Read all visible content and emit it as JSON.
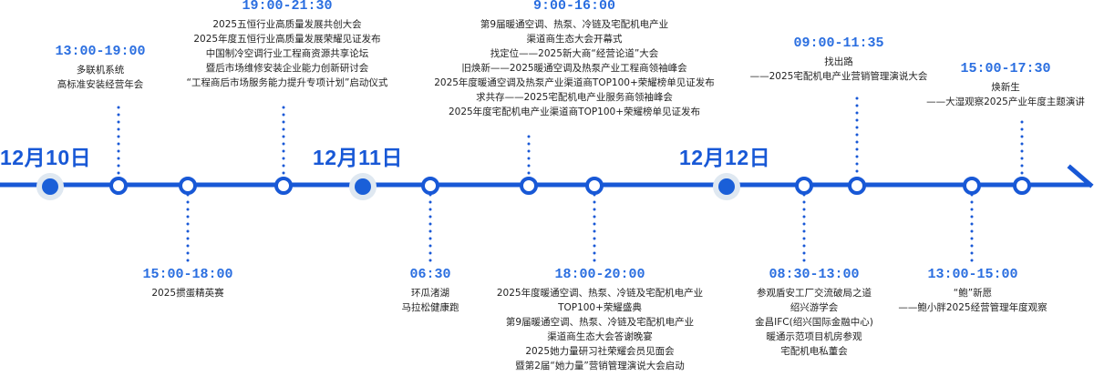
{
  "accent_color": "#1858d6",
  "dates": [
    "12月10日",
    "12月11日",
    "12月12日"
  ],
  "events_top": [
    {
      "time": "13:00-19:00",
      "lines": [
        "多联机系统",
        "高标准安装经营年会"
      ]
    },
    {
      "time": "19:00-21:30",
      "lines": [
        "2025五恒行业高质量发展共创大会",
        "2025年度五恒行业高质量发展荣耀见证发布",
        "中国制冷空调行业工程商资源共享论坛",
        "暨后市场维修安装企业能力创新研讨会",
        "“工程商后市场服务能力提升专项计划”启动仪式"
      ]
    },
    {
      "time": "9:00-16:00",
      "lines": [
        "第9届暖通空调、热泵、冷链及宅配机电产业",
        "渠道商生态大会开幕式",
        "找定位——2025新大商“经营论道”大会",
        "旧焕新——2025暖通空调及热泵产业工程商领袖峰会",
        "2025年度暖通空调及热泵产业渠道商TOP100+荣耀榜单见证发布",
        "求共存——2025宅配机电产业服务商领袖峰会",
        "2025年度宅配机电产业渠道商TOP100+荣耀榜单见证发布"
      ]
    },
    {
      "time": "09:00-11:35",
      "lines": [
        "找出路",
        "——2025宅配机电产业营销管理演说大会"
      ]
    },
    {
      "time": "15:00-17:30",
      "lines": [
        "焕新生",
        "——大湿观察2025产业年度主题演讲"
      ]
    }
  ],
  "events_bottom": [
    {
      "time": "15:00-18:00",
      "lines": [
        "2025掼蛋精英赛"
      ]
    },
    {
      "time": "06:30",
      "lines": [
        "环瓜渚湖",
        "马拉松健康跑"
      ]
    },
    {
      "time": "18:00-20:00",
      "lines": [
        "2025年度暖通空调、热泵、冷链及宅配机电产业",
        "TOP100+荣耀盛典",
        "第9届暖通空调、热泵、冷链及宅配机电产业",
        "渠道商生态大会答谢晚宴",
        "2025她力量研习社荣耀会员见面会",
        "暨第2届“她力量”营销管理演说大会启动"
      ]
    },
    {
      "time": "08:30-13:00",
      "lines": [
        "参观盾安工厂交流破局之道",
        "绍兴游学会",
        "金昌IFC(绍兴国际金融中心)",
        "暖通示范项目机房参观",
        "宅配机电私董会"
      ]
    },
    {
      "time": "13:00-15:00",
      "lines": [
        "“鲍”新愿",
        "——鲍小胖2025经营管理年度观察"
      ]
    }
  ]
}
